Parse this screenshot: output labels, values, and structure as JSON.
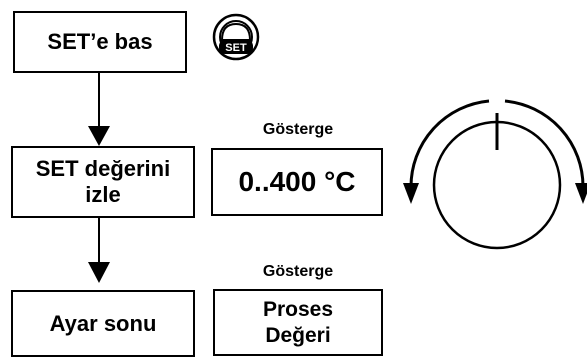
{
  "steps": {
    "press_set": "SET’e bas",
    "watch_set_line1": "SET değerini",
    "watch_set_line2": "izle",
    "end": "Ayar sonu"
  },
  "set_button": {
    "label": "SET"
  },
  "display_top": {
    "caption": "Gösterge",
    "value": "0..400 °C"
  },
  "display_bottom": {
    "caption": "Gösterge",
    "line1": "Proses",
    "line2": "Değeri"
  },
  "knob": {
    "icon": "rotary-knob-icon"
  }
}
